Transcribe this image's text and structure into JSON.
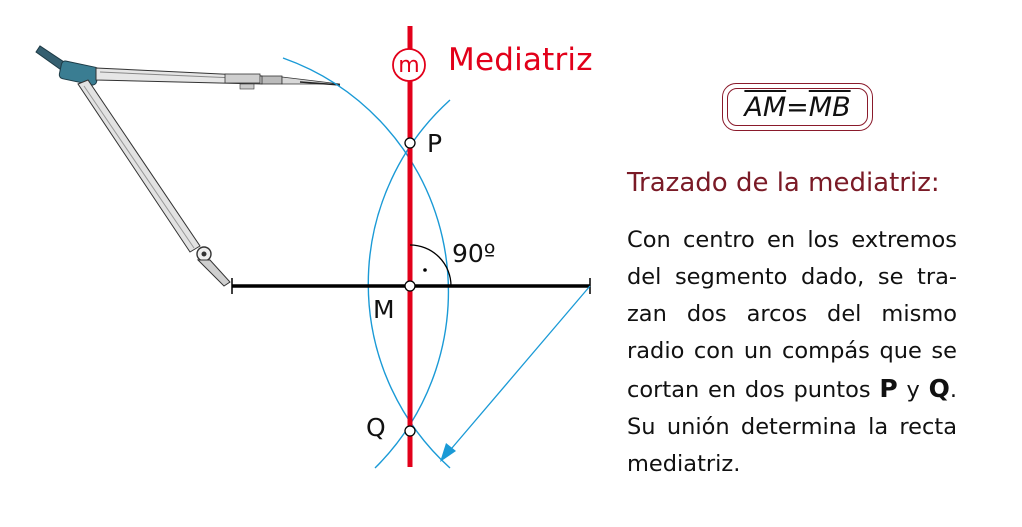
{
  "diagram": {
    "label_m": "M",
    "label_p": "P",
    "label_q": "Q",
    "angle_label": "90º",
    "badge_letter": "m",
    "line_title": "Mediatriz"
  },
  "formula": {
    "left": "AM",
    "equals": "=",
    "right": "MB"
  },
  "section": {
    "title": "Trazado de la mediatriz:",
    "text_1": "Con centro en los extremos del segmento dado, se tra­zan dos arcos del mismo radio con un compás que se cortan en dos puntos ",
    "bold_p": "P",
    "text_2": " y ",
    "bold_q": "Q",
    "text_3": ". Su unión determina la recta mediatriz."
  },
  "colors": {
    "mediatriz": "#e2001a",
    "arcs": "#1a9ad6",
    "title": "#7a1a26",
    "compass": "#3a7d92"
  }
}
